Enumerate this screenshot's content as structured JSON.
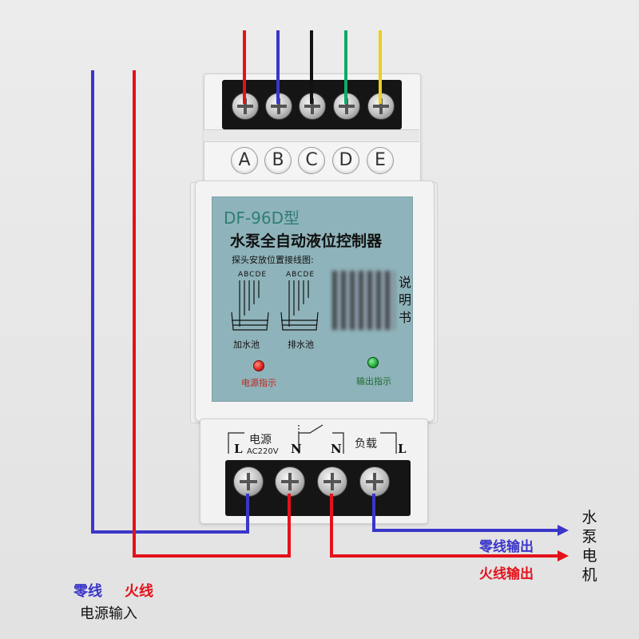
{
  "device": {
    "model": "DF-96D型",
    "title": "水泵全自动液位控制器",
    "probe_caption": "探头安放位置接线图:",
    "probe_letters_left": "ABCDE",
    "probe_letters_right": "ABCDE",
    "tank_fill_label": "加水池",
    "tank_drain_label": "排水池",
    "manual_label": [
      "说",
      "明",
      "书"
    ],
    "power_indicator_label": "电源指示",
    "output_indicator_label": "输出指示",
    "top_terminals": [
      "A",
      "B",
      "C",
      "D",
      "E"
    ],
    "bottom_label_power": "电源",
    "bottom_label_voltage": "AC220V",
    "bottom_label_load": "负载",
    "bottom_terminals": [
      "L",
      "N",
      "N",
      "L"
    ],
    "colors": {
      "panel": "#8fb3ba",
      "title_text": "#2f7e74",
      "power_led": "#e0201a",
      "output_led": "#1ea83a"
    }
  },
  "wires": {
    "colors": {
      "A": "#e3121b",
      "B": "#3a36c8",
      "C": "#111111",
      "D": "#11a86a",
      "E": "#e8d21a",
      "neutral": "#3a36c8",
      "live": "#e3121b"
    }
  },
  "annotations": {
    "neutral_label": "零线",
    "live_label": "火线",
    "power_input_label": "电源输入",
    "neutral_output_label": "零线输出",
    "live_output_label": "火线输出",
    "motor_label": [
      "水",
      "泵",
      "电",
      "机"
    ]
  }
}
